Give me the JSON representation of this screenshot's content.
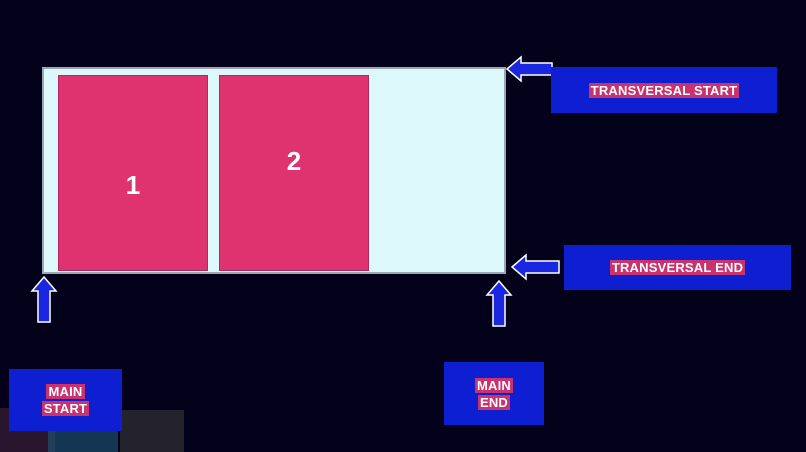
{
  "items": [
    {
      "label": "1"
    },
    {
      "label": "2"
    }
  ],
  "labels": {
    "transversal_start": "TRANSVERSAL START",
    "transversal_end": "TRANSVERSAL END",
    "main_start_line1": "MAIN",
    "main_start_line2": "START",
    "main_end_line1": "MAIN",
    "main_end_line2": "END"
  },
  "colors": {
    "background": "#03021a",
    "container": "#dcf8fb",
    "item": "#df3370",
    "label_box": "#0e1fd2",
    "label_highlight": "#c8326e",
    "arrow": "#1a27e0"
  }
}
